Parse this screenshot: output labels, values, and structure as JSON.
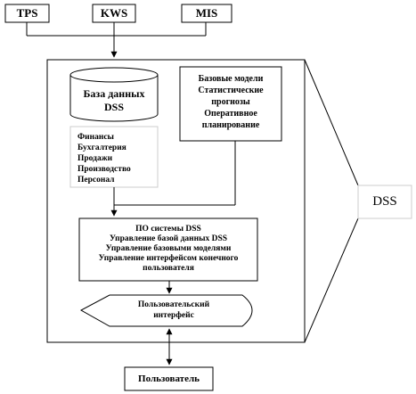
{
  "sources": [
    "TPS",
    "KWS",
    "MIS"
  ],
  "database": {
    "lines": [
      "База данных",
      "DSS"
    ]
  },
  "models": {
    "lines": [
      "Базовые модели",
      "Статистические",
      "прогнозы",
      "Оперативное",
      "планирование"
    ]
  },
  "data_categories": [
    "Финансы",
    "Бухгалтерия",
    "Продажи",
    "Производство",
    "Персонал"
  ],
  "software": {
    "lines": [
      "ПО системы DSS",
      "Управление базой данных DSS",
      "Управление базовыми моделями",
      "Управление интерфейсом конечного",
      "пользователя"
    ]
  },
  "user_interface": {
    "lines": [
      "Пользовательский",
      "интерфейс"
    ]
  },
  "user": {
    "label": "Пользователь"
  },
  "system": {
    "label": "DSS"
  }
}
